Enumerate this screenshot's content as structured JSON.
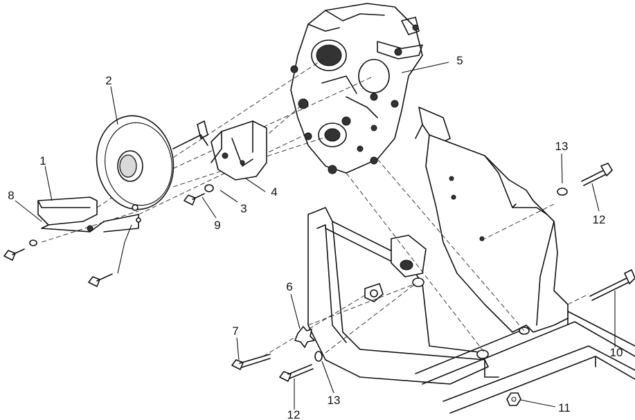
{
  "callouts": [
    {
      "id": "c1",
      "label": "1"
    },
    {
      "id": "c2",
      "label": "2"
    },
    {
      "id": "c3",
      "label": "3"
    },
    {
      "id": "c4",
      "label": "4"
    },
    {
      "id": "c5",
      "label": "5"
    },
    {
      "id": "c6",
      "label": "6"
    },
    {
      "id": "c7",
      "label": "7"
    },
    {
      "id": "c8",
      "label": "8"
    },
    {
      "id": "c9",
      "label": "9"
    },
    {
      "id": "c10",
      "label": "10"
    },
    {
      "id": "c11",
      "label": "11"
    },
    {
      "id": "c12a",
      "label": "12"
    },
    {
      "id": "c12b",
      "label": "12"
    },
    {
      "id": "c13a",
      "label": "13"
    },
    {
      "id": "c13b",
      "label": "13"
    }
  ]
}
